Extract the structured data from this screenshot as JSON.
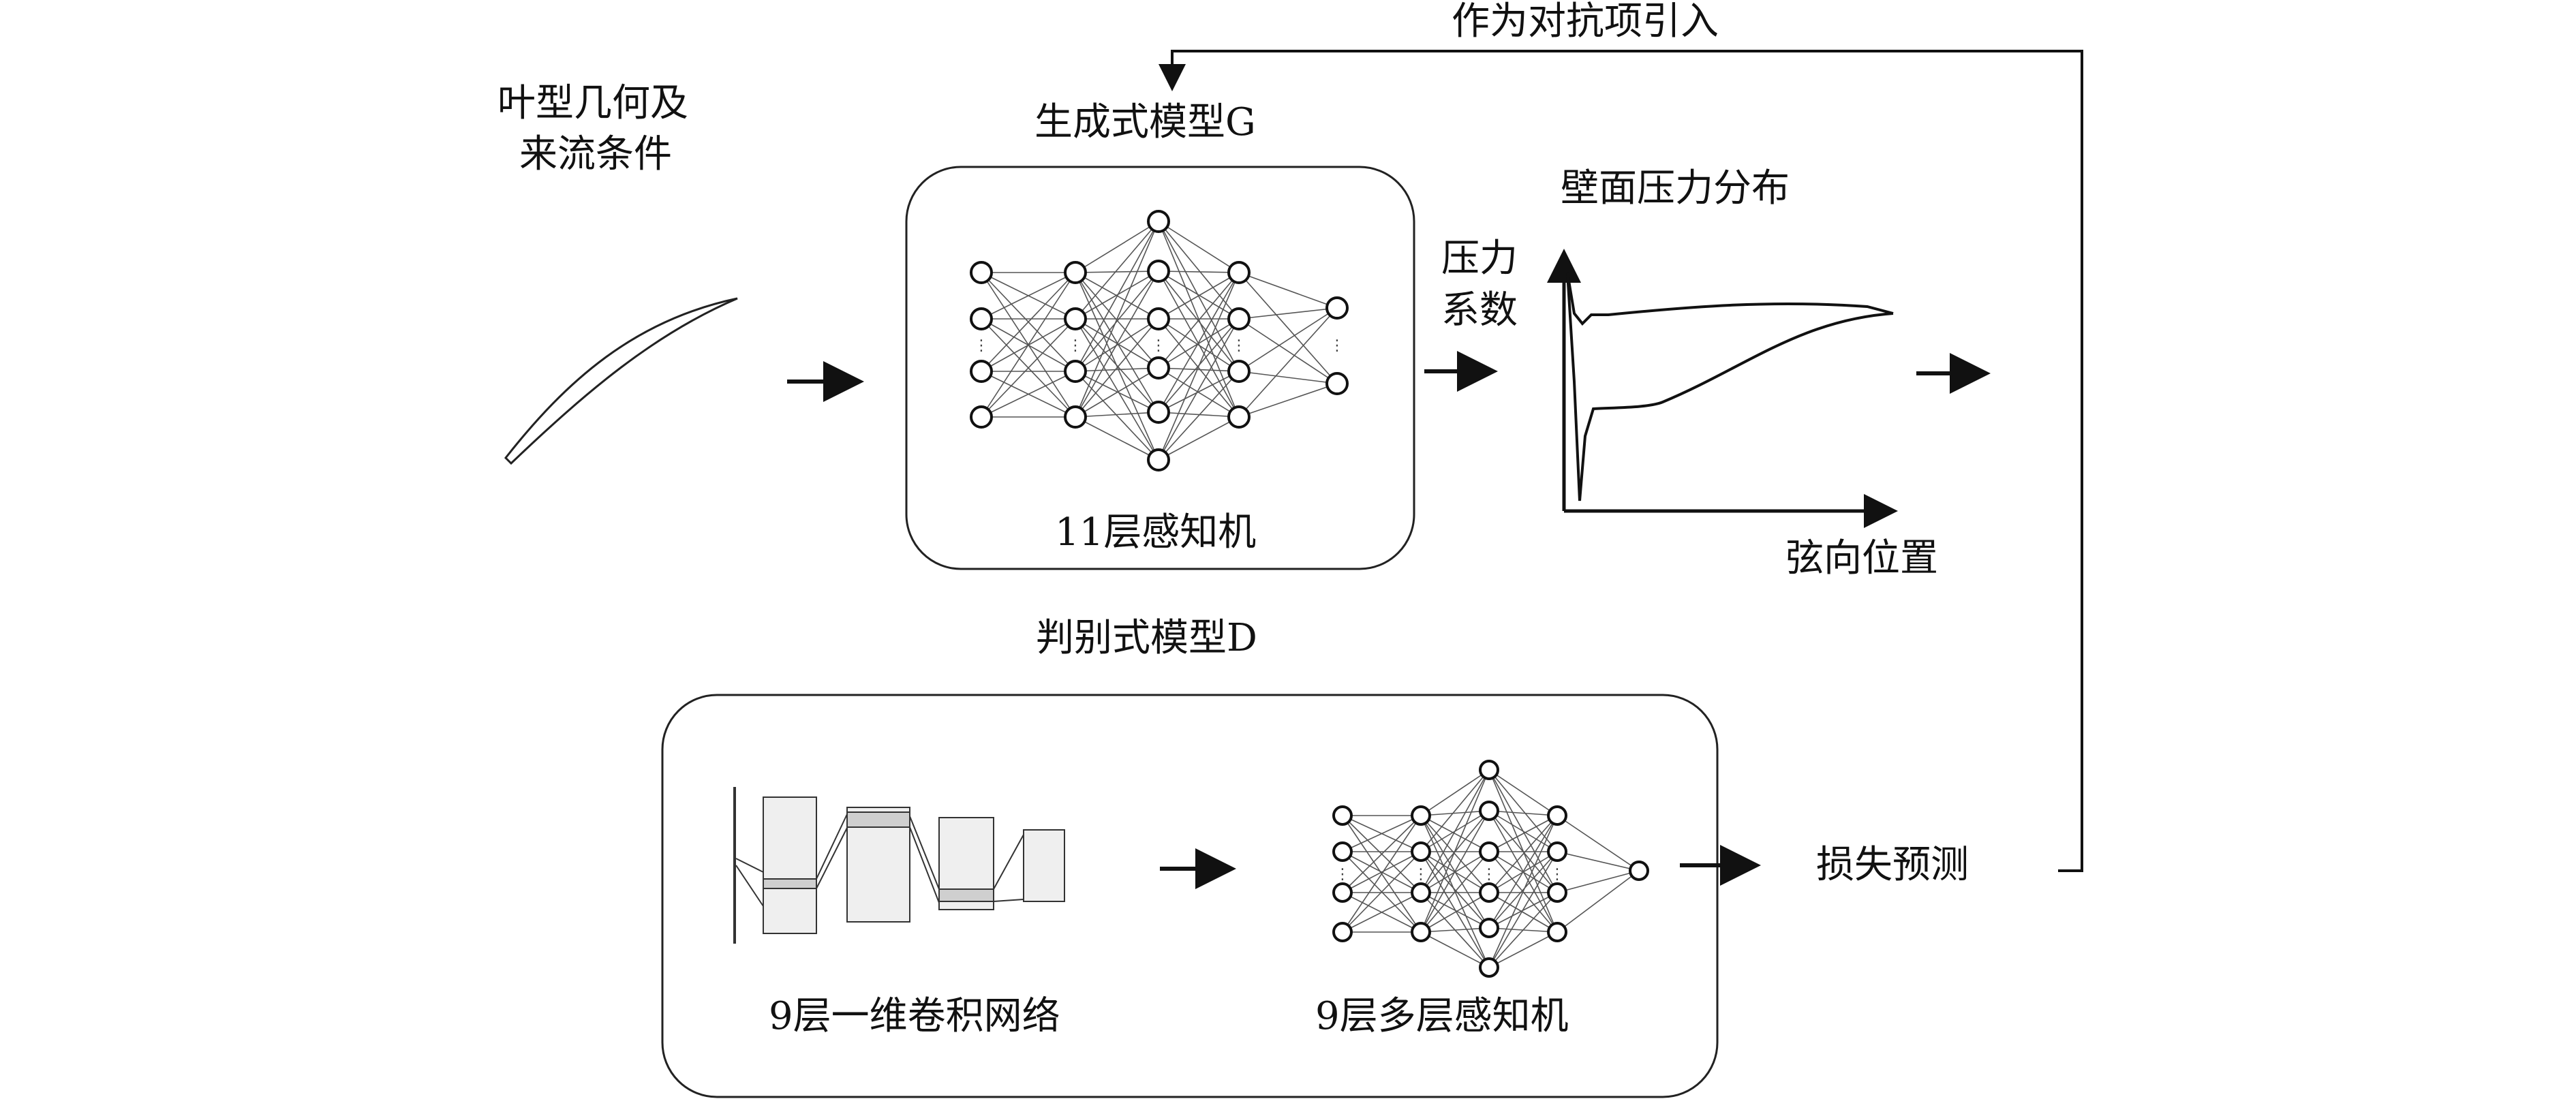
{
  "input": {
    "line1": "叶型几何及",
    "line2": "来流条件"
  },
  "generator": {
    "title": "生成式模型G",
    "caption": "11层感知机"
  },
  "feedback_label": "作为对抗项引入",
  "output": {
    "title": "壁面压力分布",
    "y_line1": "压力",
    "y_line2": "系数",
    "x_label": "弦向位置"
  },
  "discriminator": {
    "title": "判别式模型D",
    "cnn_caption": "9层一维卷积网络",
    "mlp_caption": "9层多层感知机"
  },
  "loss_label": "损失预测"
}
